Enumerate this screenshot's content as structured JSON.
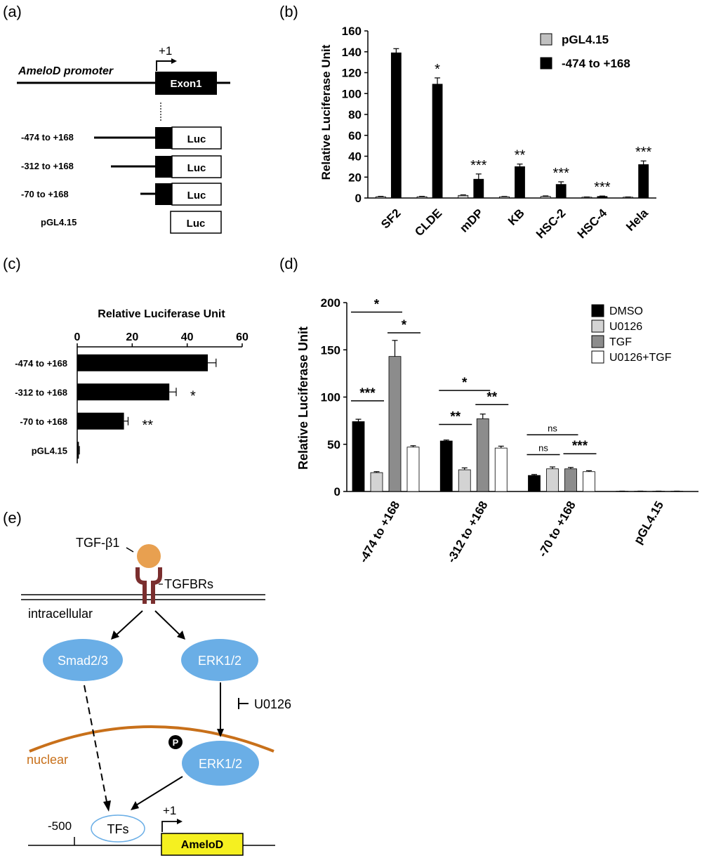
{
  "panel_labels": {
    "a": "(a)",
    "b": "(b)",
    "c": "(c)",
    "d": "(d)",
    "e": "(e)"
  },
  "panel_a": {
    "promoter_label": "AmeloD promoter",
    "tss_label": "+1",
    "exon_label": "Exon1",
    "luc_label": "Luc",
    "constructs": [
      {
        "label": "-474 to +168"
      },
      {
        "label": "-312 to +168"
      },
      {
        "label": "-70 to +168"
      },
      {
        "label": "pGL4.15"
      }
    ]
  },
  "chart_data": [
    {
      "panel": "b",
      "type": "bar",
      "ylabel": "Relative Luciferase Unit",
      "ylim": [
        0,
        160
      ],
      "yticks": [
        0,
        20,
        40,
        60,
        80,
        100,
        120,
        140,
        160
      ],
      "categories": [
        "SF2",
        "CLDE",
        "mDP",
        "KB",
        "HSC-2",
        "HSC-4",
        "Hela"
      ],
      "series": [
        {
          "name": "pGL4.15",
          "color": "#c0c0c0",
          "values": [
            1.2,
            1.2,
            2.5,
            1.2,
            1.5,
            0.8,
            0.8
          ],
          "errors": [
            0.4,
            0.4,
            0.5,
            0.3,
            0.5,
            0.2,
            0.2
          ]
        },
        {
          "name": "-474 to +168",
          "color": "#000000",
          "values": [
            139,
            109,
            18,
            30,
            13,
            1.5,
            32
          ],
          "errors": [
            4,
            6,
            5,
            2.5,
            2.5,
            0.4,
            3.5
          ]
        }
      ],
      "significance": [
        "",
        "*",
        "***",
        "**",
        "***",
        "***",
        "***"
      ],
      "legend_position": "top-right"
    },
    {
      "panel": "c",
      "type": "bar",
      "orientation": "horizontal",
      "xlabel": "Relative Luciferase Unit",
      "xlim": [
        0,
        60
      ],
      "xticks": [
        0,
        20,
        40,
        60
      ],
      "categories": [
        "-474 to +168",
        "-312 to +168",
        "-70 to +168",
        "pGL4.15"
      ],
      "values": [
        47.5,
        33.5,
        17,
        0.6
      ],
      "errors": [
        3,
        2.5,
        1.5,
        0.2
      ],
      "significance": [
        "",
        "*",
        "**",
        ""
      ]
    },
    {
      "panel": "d",
      "type": "bar",
      "ylabel": "Relative Luciferase Unit",
      "ylim": [
        0,
        200
      ],
      "yticks": [
        0,
        50,
        100,
        150,
        200
      ],
      "categories": [
        "-474 to +168",
        "-312 to +168",
        "-70 to +168",
        "pGL4.15"
      ],
      "series": [
        {
          "name": "DMSO",
          "color": "#000000",
          "values": [
            74,
            53.5,
            17,
            0.3
          ],
          "errors": [
            2.5,
            1,
            1,
            0.1
          ]
        },
        {
          "name": "U0126",
          "color": "#d3d3d3",
          "values": [
            20,
            23,
            24,
            0.3
          ],
          "errors": [
            1,
            2,
            2,
            0.1
          ]
        },
        {
          "name": "TGF",
          "color": "#8c8c8c",
          "values": [
            143,
            77,
            24,
            0.3
          ],
          "errors": [
            17,
            5,
            1.5,
            0.1
          ]
        },
        {
          "name": "U0126+TGF",
          "color": "#ffffff",
          "values": [
            47,
            46,
            21,
            0.3
          ],
          "errors": [
            1.5,
            2,
            1,
            0.1
          ]
        }
      ],
      "comparisons": [
        {
          "group": 0,
          "from": 0,
          "to": 1,
          "label": "***",
          "level": 96
        },
        {
          "group": 0,
          "from": 0,
          "to": 2,
          "label": "*",
          "level": 190
        },
        {
          "group": 0,
          "from": 2,
          "to": 3,
          "label": "*",
          "level": 168
        },
        {
          "group": 1,
          "from": 0,
          "to": 1,
          "label": "**",
          "level": 71
        },
        {
          "group": 1,
          "from": 0,
          "to": 2,
          "label": "*",
          "level": 107
        },
        {
          "group": 1,
          "from": 2,
          "to": 3,
          "label": "**",
          "level": 92
        },
        {
          "group": 2,
          "from": 0,
          "to": 1,
          "label": "ns",
          "level": 39
        },
        {
          "group": 2,
          "from": 0,
          "to": 2,
          "label": "ns",
          "level": 60
        },
        {
          "group": 2,
          "from": 2,
          "to": 3,
          "label": "***",
          "level": 40
        }
      ],
      "legend_position": "top-right"
    }
  ],
  "panel_e": {
    "ligand": "TGF-β1",
    "receptor": "TGFBRs",
    "intracellular": "intracellular",
    "smad": "Smad2/3",
    "erk": "ERK1/2",
    "inhibitor": "U0126",
    "nuclear": "nuclear",
    "phospho": "P",
    "erk_p": "ERK1/2",
    "tfs": "TFs",
    "pos_minus500": "-500",
    "tss": "+1",
    "gene": "AmeloD",
    "colors": {
      "ligand": "#e8a050",
      "receptor": "#7a2e2e",
      "node": "#6aaee6",
      "nuclear_membrane": "#c8701a",
      "gene": "#f5f020"
    }
  }
}
